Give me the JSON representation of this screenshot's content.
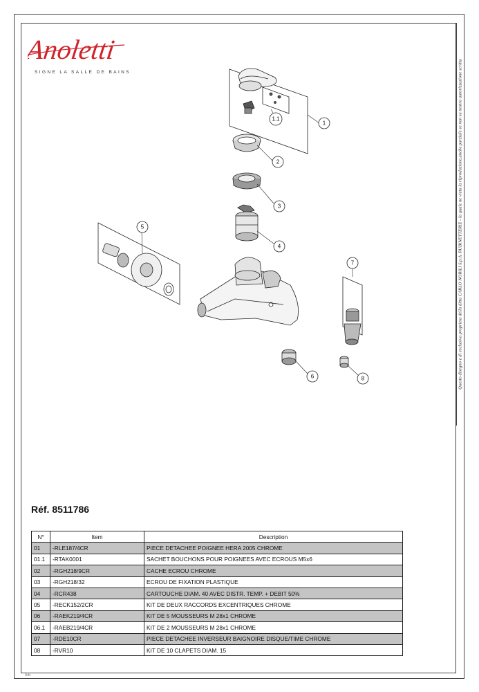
{
  "brand": {
    "logo_text": "Anoletti",
    "tagline": "SIGNE LA SALLE DE BAINS",
    "accent_color": "#d0232a"
  },
  "side_note": "Questo disegno e di esclusiva proprieta della ditta CARLO NOBILI S.p.A. RUBINETTERIE - la quale ne vieta la riproduzione,anche parziale se non su nostra autorizzazione scritta",
  "diagram": {
    "callouts": [
      "1",
      "1.1",
      "2",
      "3",
      "4",
      "5",
      "6",
      "7",
      "8"
    ]
  },
  "reference": "Réf. 8511786",
  "table": {
    "headers": [
      "N°",
      "Item",
      "Description"
    ],
    "rows": [
      {
        "no": "01",
        "item": "-RLE187/4CR",
        "desc": "PIECE DETACHEE POIGNEE HERA 2005 CHROME",
        "shaded": true
      },
      {
        "no": "01.1",
        "item": "-RTAK0001",
        "desc": "SACHET BOUCHONS POUR POIGNEES AVEC ECROUS M5x6",
        "shaded": false
      },
      {
        "no": "02",
        "item": "-RGH218/9CR",
        "desc": "CACHE ECROU CHROME",
        "shaded": true
      },
      {
        "no": "03",
        "item": "-RGH218/32",
        "desc": "ECROU DE FIXATION PLASTIQUE",
        "shaded": false
      },
      {
        "no": "04",
        "item": "-RCR438",
        "desc": "CARTOUCHE DIAM. 40 AVEC DISTR. TEMP. + DEBIT 50%",
        "shaded": true
      },
      {
        "no": "05",
        "item": "-RECK152/2CR",
        "desc": "KIT DE DEUX RACCORDS EXCENTRIQUES CHROME",
        "shaded": false
      },
      {
        "no": "06",
        "item": "-RAEK219/4CR",
        "desc": "KIT DE 5  MOUSSEURS M 28x1 CHROME",
        "shaded": true
      },
      {
        "no": "06.1",
        "item": "-RAEB219/4CR",
        "desc": "KIT DE 2 MOUSSEURS M 28x1 CHROME",
        "shaded": false
      },
      {
        "no": "07",
        "item": "-RDE10CR",
        "desc": "PIECE DETACHEE INVERSEUR BAIGNOIRE DISQUE/TIME CHROME",
        "shaded": true
      },
      {
        "no": "08",
        "item": "-RVR10",
        "desc": "KIT DE 10 CLAPETS DIAM. 15",
        "shaded": false
      }
    ]
  },
  "footer_mark": "Adv"
}
